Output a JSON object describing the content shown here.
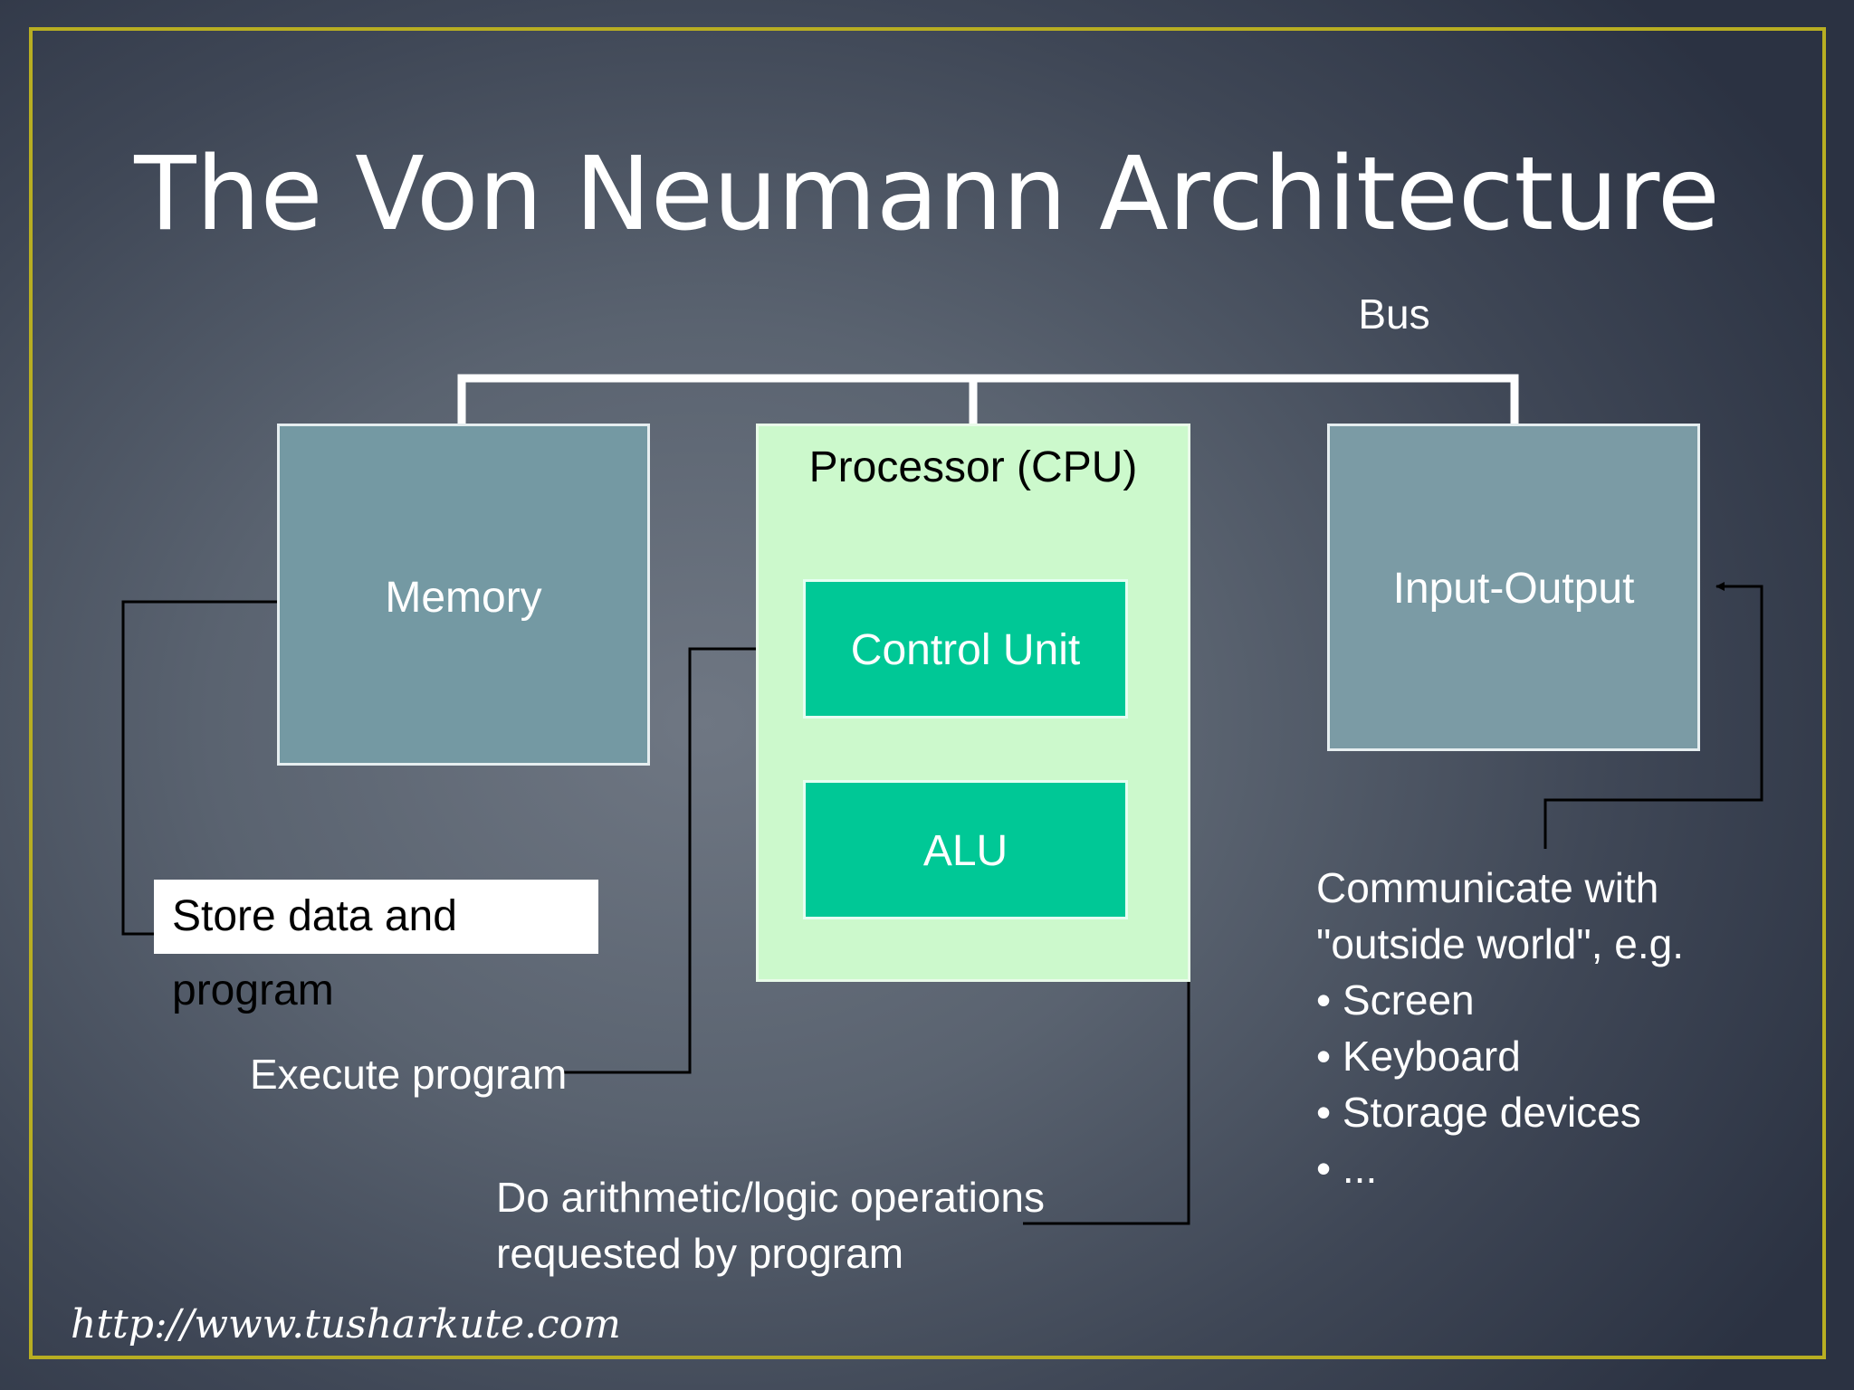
{
  "title": "The Von Neumann Architecture",
  "bus_label": "Bus",
  "memory": {
    "label": "Memory",
    "description": "Store data and program"
  },
  "processor": {
    "label": "Processor (CPU)",
    "control_unit": {
      "label": "Control Unit",
      "description": "Execute program"
    },
    "alu": {
      "label": "ALU",
      "description_lines": [
        "Do arithmetic/logic operations",
        "requested by program"
      ]
    }
  },
  "io": {
    "label": "Input-Output",
    "description_lines": [
      "Communicate with",
      "\"outside world\", e.g."
    ],
    "examples": [
      "Screen",
      "Keyboard",
      "Storage devices",
      "..."
    ]
  },
  "footer_url": "http://www.tusharkute.com",
  "colors": {
    "frame": "#b8ae22",
    "memory_box": "#7499a3",
    "io_box": "#7b9ba5",
    "cpu_box": "#ccf9cc",
    "unit_box": "#00c896"
  }
}
